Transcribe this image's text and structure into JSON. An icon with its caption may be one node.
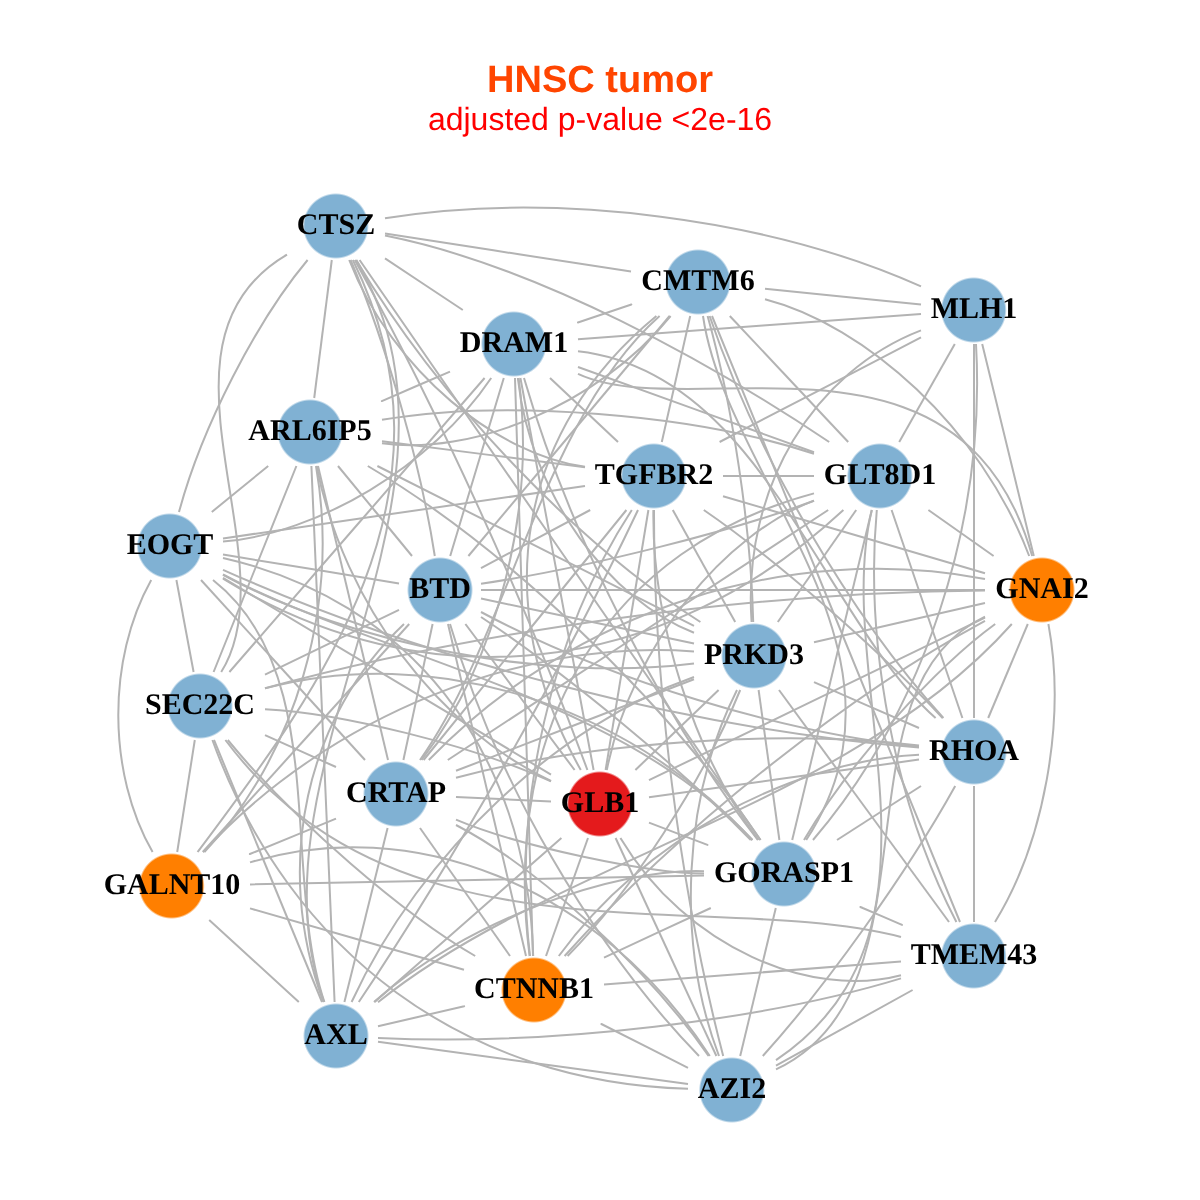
{
  "diagram": {
    "title": "HNSC tumor",
    "labels": [
      "adjusted p-value <2e-16"
    ],
    "nodes": [
      {
        "text": [
          "CTSZ"
        ]
      },
      {
        "text": [
          "CMTM6"
        ]
      },
      {
        "text": [
          "MLH1"
        ]
      },
      {
        "text": [
          "DRAM1"
        ]
      },
      {
        "text": [
          "ARL6IP5"
        ]
      },
      {
        "text": [
          "TGFBR2"
        ]
      },
      {
        "text": [
          "GLT8D1"
        ]
      },
      {
        "text": [
          "EOGT"
        ]
      },
      {
        "text": [
          "BTD"
        ]
      },
      {
        "text": [
          "GNAI2"
        ]
      },
      {
        "text": [
          "PRKD3"
        ]
      },
      {
        "text": [
          "SEC22C"
        ]
      },
      {
        "text": [
          "RHOA"
        ]
      },
      {
        "text": [
          "CRTAP"
        ]
      },
      {
        "text": [
          "GLB1"
        ]
      },
      {
        "text": [
          "GORASP1"
        ]
      },
      {
        "text": [
          "GALNT10"
        ]
      },
      {
        "text": [
          "TMEM43"
        ]
      },
      {
        "text": [
          "CTNNB1"
        ]
      },
      {
        "text": [
          "AXL"
        ]
      },
      {
        "text": [
          "AZI2"
        ]
      }
    ],
    "edges": [
      {
        "from": 0,
        "to": 1,
        "arrow": "none"
      },
      {
        "from": 0,
        "to": 2,
        "arrow": "none"
      },
      {
        "from": 0,
        "to": 3,
        "arrow": "none"
      },
      {
        "from": 0,
        "to": 4,
        "arrow": "none"
      },
      {
        "from": 0,
        "to": 5,
        "arrow": "none"
      },
      {
        "from": 0,
        "to": 6,
        "arrow": "none"
      },
      {
        "from": 0,
        "to": 7,
        "arrow": "none"
      },
      {
        "from": 0,
        "to": 8,
        "arrow": "none"
      },
      {
        "from": 0,
        "to": 10,
        "arrow": "none"
      },
      {
        "from": 0,
        "to": 11,
        "arrow": "none"
      },
      {
        "from": 0,
        "to": 14,
        "arrow": "none"
      },
      {
        "from": 0,
        "to": 15,
        "arrow": "none"
      },
      {
        "from": 0,
        "to": 16,
        "arrow": "none"
      },
      {
        "from": 0,
        "to": 19,
        "arrow": "none"
      },
      {
        "from": 1,
        "to": 2,
        "arrow": "none"
      },
      {
        "from": 1,
        "to": 3,
        "arrow": "none"
      },
      {
        "from": 1,
        "to": 4,
        "arrow": "none"
      },
      {
        "from": 1,
        "to": 5,
        "arrow": "none"
      },
      {
        "from": 1,
        "to": 6,
        "arrow": "none"
      },
      {
        "from": 1,
        "to": 8,
        "arrow": "none"
      },
      {
        "from": 1,
        "to": 9,
        "arrow": "none"
      },
      {
        "from": 1,
        "to": 10,
        "arrow": "none"
      },
      {
        "from": 1,
        "to": 12,
        "arrow": "none"
      },
      {
        "from": 1,
        "to": 13,
        "arrow": "none"
      },
      {
        "from": 1,
        "to": 14,
        "arrow": "none"
      },
      {
        "from": 1,
        "to": 15,
        "arrow": "none"
      },
      {
        "from": 1,
        "to": 17,
        "arrow": "none"
      },
      {
        "from": 2,
        "to": 3,
        "arrow": "none"
      },
      {
        "from": 2,
        "to": 5,
        "arrow": "none"
      },
      {
        "from": 2,
        "to": 6,
        "arrow": "none"
      },
      {
        "from": 2,
        "to": 9,
        "arrow": "none"
      },
      {
        "from": 2,
        "to": 10,
        "arrow": "none"
      },
      {
        "from": 2,
        "to": 12,
        "arrow": "none"
      },
      {
        "from": 2,
        "to": 15,
        "arrow": "none"
      },
      {
        "from": 3,
        "to": 4,
        "arrow": "none"
      },
      {
        "from": 3,
        "to": 5,
        "arrow": "none"
      },
      {
        "from": 3,
        "to": 6,
        "arrow": "none"
      },
      {
        "from": 3,
        "to": 7,
        "arrow": "none"
      },
      {
        "from": 3,
        "to": 8,
        "arrow": "none"
      },
      {
        "from": 3,
        "to": 9,
        "arrow": "none"
      },
      {
        "from": 3,
        "to": 10,
        "arrow": "none"
      },
      {
        "from": 3,
        "to": 11,
        "arrow": "none"
      },
      {
        "from": 3,
        "to": 12,
        "arrow": "none"
      },
      {
        "from": 3,
        "to": 13,
        "arrow": "none"
      },
      {
        "from": 3,
        "to": 14,
        "arrow": "none"
      },
      {
        "from": 3,
        "to": 15,
        "arrow": "none"
      },
      {
        "from": 3,
        "to": 18,
        "arrow": "none"
      },
      {
        "from": 4,
        "to": 5,
        "arrow": "none"
      },
      {
        "from": 4,
        "to": 6,
        "arrow": "none"
      },
      {
        "from": 4,
        "to": 7,
        "arrow": "none"
      },
      {
        "from": 4,
        "to": 8,
        "arrow": "none"
      },
      {
        "from": 4,
        "to": 10,
        "arrow": "none"
      },
      {
        "from": 4,
        "to": 11,
        "arrow": "none"
      },
      {
        "from": 4,
        "to": 13,
        "arrow": "none"
      },
      {
        "from": 4,
        "to": 14,
        "arrow": "none"
      },
      {
        "from": 4,
        "to": 15,
        "arrow": "none"
      },
      {
        "from": 4,
        "to": 16,
        "arrow": "none"
      },
      {
        "from": 4,
        "to": 19,
        "arrow": "none"
      },
      {
        "from": 5,
        "to": 6,
        "arrow": "none"
      },
      {
        "from": 5,
        "to": 7,
        "arrow": "none"
      },
      {
        "from": 5,
        "to": 8,
        "arrow": "none"
      },
      {
        "from": 5,
        "to": 9,
        "arrow": "none"
      },
      {
        "from": 5,
        "to": 10,
        "arrow": "none"
      },
      {
        "from": 5,
        "to": 12,
        "arrow": "none"
      },
      {
        "from": 5,
        "to": 13,
        "arrow": "none"
      },
      {
        "from": 5,
        "to": 14,
        "arrow": "none"
      },
      {
        "from": 5,
        "to": 15,
        "arrow": "none"
      },
      {
        "from": 5,
        "to": 18,
        "arrow": "none"
      },
      {
        "from": 5,
        "to": 19,
        "arrow": "none"
      },
      {
        "from": 5,
        "to": 20,
        "arrow": "none"
      },
      {
        "from": 6,
        "to": 7,
        "arrow": "none"
      },
      {
        "from": 6,
        "to": 8,
        "arrow": "none"
      },
      {
        "from": 6,
        "to": 9,
        "arrow": "none"
      },
      {
        "from": 6,
        "to": 10,
        "arrow": "none"
      },
      {
        "from": 6,
        "to": 12,
        "arrow": "none"
      },
      {
        "from": 6,
        "to": 13,
        "arrow": "none"
      },
      {
        "from": 6,
        "to": 14,
        "arrow": "none"
      },
      {
        "from": 6,
        "to": 15,
        "arrow": "none"
      },
      {
        "from": 6,
        "to": 17,
        "arrow": "none"
      },
      {
        "from": 6,
        "to": 18,
        "arrow": "none"
      },
      {
        "from": 6,
        "to": 20,
        "arrow": "none"
      },
      {
        "from": 7,
        "to": 8,
        "arrow": "none"
      },
      {
        "from": 7,
        "to": 10,
        "arrow": "none"
      },
      {
        "from": 7,
        "to": 11,
        "arrow": "none"
      },
      {
        "from": 7,
        "to": 12,
        "arrow": "none"
      },
      {
        "from": 7,
        "to": 13,
        "arrow": "none"
      },
      {
        "from": 7,
        "to": 14,
        "arrow": "none"
      },
      {
        "from": 7,
        "to": 15,
        "arrow": "none"
      },
      {
        "from": 7,
        "to": 16,
        "arrow": "none"
      },
      {
        "from": 7,
        "to": 18,
        "arrow": "none"
      },
      {
        "from": 7,
        "to": 19,
        "arrow": "none"
      },
      {
        "from": 8,
        "to": 9,
        "arrow": "none"
      },
      {
        "from": 8,
        "to": 10,
        "arrow": "none"
      },
      {
        "from": 8,
        "to": 11,
        "arrow": "none"
      },
      {
        "from": 8,
        "to": 12,
        "arrow": "none"
      },
      {
        "from": 8,
        "to": 13,
        "arrow": "none"
      },
      {
        "from": 8,
        "to": 14,
        "arrow": "none"
      },
      {
        "from": 8,
        "to": 15,
        "arrow": "none"
      },
      {
        "from": 8,
        "to": 16,
        "arrow": "none"
      },
      {
        "from": 8,
        "to": 18,
        "arrow": "none"
      },
      {
        "from": 8,
        "to": 19,
        "arrow": "none"
      },
      {
        "from": 8,
        "to": 20,
        "arrow": "none"
      },
      {
        "from": 9,
        "to": 10,
        "arrow": "none"
      },
      {
        "from": 9,
        "to": 11,
        "arrow": "none"
      },
      {
        "from": 9,
        "to": 12,
        "arrow": "none"
      },
      {
        "from": 9,
        "to": 13,
        "arrow": "none"
      },
      {
        "from": 9,
        "to": 14,
        "arrow": "none"
      },
      {
        "from": 9,
        "to": 15,
        "arrow": "none"
      },
      {
        "from": 9,
        "to": 17,
        "arrow": "none"
      },
      {
        "from": 9,
        "to": 18,
        "arrow": "none"
      },
      {
        "from": 9,
        "to": 19,
        "arrow": "none"
      },
      {
        "from": 9,
        "to": 20,
        "arrow": "none"
      },
      {
        "from": 10,
        "to": 12,
        "arrow": "none"
      },
      {
        "from": 10,
        "to": 13,
        "arrow": "none"
      },
      {
        "from": 10,
        "to": 14,
        "arrow": "none"
      },
      {
        "from": 10,
        "to": 15,
        "arrow": "none"
      },
      {
        "from": 10,
        "to": 16,
        "arrow": "none"
      },
      {
        "from": 10,
        "to": 17,
        "arrow": "none"
      },
      {
        "from": 10,
        "to": 18,
        "arrow": "none"
      },
      {
        "from": 10,
        "to": 19,
        "arrow": "none"
      },
      {
        "from": 10,
        "to": 20,
        "arrow": "none"
      },
      {
        "from": 11,
        "to": 13,
        "arrow": "none"
      },
      {
        "from": 11,
        "to": 14,
        "arrow": "none"
      },
      {
        "from": 11,
        "to": 15,
        "arrow": "none"
      },
      {
        "from": 11,
        "to": 16,
        "arrow": "none"
      },
      {
        "from": 11,
        "to": 17,
        "arrow": "none"
      },
      {
        "from": 11,
        "to": 18,
        "arrow": "none"
      },
      {
        "from": 11,
        "to": 19,
        "arrow": "none"
      },
      {
        "from": 11,
        "to": 20,
        "arrow": "none"
      },
      {
        "from": 12,
        "to": 13,
        "arrow": "none"
      },
      {
        "from": 12,
        "to": 14,
        "arrow": "none"
      },
      {
        "from": 12,
        "to": 15,
        "arrow": "none"
      },
      {
        "from": 12,
        "to": 17,
        "arrow": "none"
      },
      {
        "from": 12,
        "to": 18,
        "arrow": "none"
      },
      {
        "from": 12,
        "to": 20,
        "arrow": "none"
      },
      {
        "from": 13,
        "to": 14,
        "arrow": "none"
      },
      {
        "from": 13,
        "to": 15,
        "arrow": "none"
      },
      {
        "from": 13,
        "to": 16,
        "arrow": "none"
      },
      {
        "from": 13,
        "to": 18,
        "arrow": "none"
      },
      {
        "from": 13,
        "to": 19,
        "arrow": "none"
      },
      {
        "from": 13,
        "to": 20,
        "arrow": "none"
      },
      {
        "from": 14,
        "to": 15,
        "arrow": "none"
      },
      {
        "from": 14,
        "to": 17,
        "arrow": "none"
      },
      {
        "from": 14,
        "to": 18,
        "arrow": "none"
      },
      {
        "from": 14,
        "to": 19,
        "arrow": "none"
      },
      {
        "from": 14,
        "to": 20,
        "arrow": "none"
      },
      {
        "from": 15,
        "to": 16,
        "arrow": "none"
      },
      {
        "from": 15,
        "to": 17,
        "arrow": "none"
      },
      {
        "from": 15,
        "to": 18,
        "arrow": "none"
      },
      {
        "from": 15,
        "to": 19,
        "arrow": "none"
      },
      {
        "from": 15,
        "to": 20,
        "arrow": "none"
      },
      {
        "from": 16,
        "to": 18,
        "arrow": "none"
      },
      {
        "from": 16,
        "to": 19,
        "arrow": "none"
      },
      {
        "from": 16,
        "to": 20,
        "arrow": "none"
      },
      {
        "from": 17,
        "to": 18,
        "arrow": "none"
      },
      {
        "from": 17,
        "to": 19,
        "arrow": "none"
      },
      {
        "from": 17,
        "to": 20,
        "arrow": "none"
      },
      {
        "from": 18,
        "to": 19,
        "arrow": "none"
      },
      {
        "from": 18,
        "to": 20,
        "arrow": "none"
      },
      {
        "from": 19,
        "to": 20,
        "arrow": "none"
      }
    ]
  }
}
